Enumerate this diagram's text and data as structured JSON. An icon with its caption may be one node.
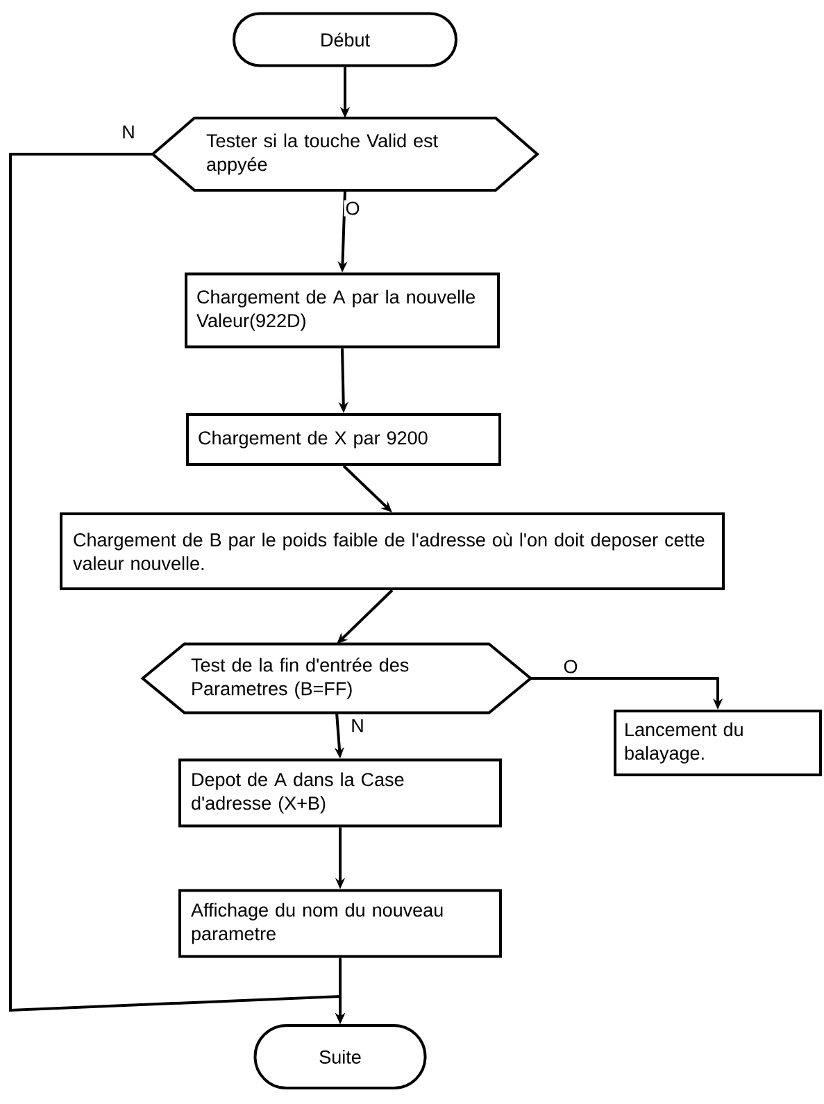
{
  "diagram": {
    "nodes": [
      {
        "text": [
          "Début"
        ]
      },
      {
        "text": [
          "Tester si la touche Valid est appyée"
        ]
      },
      {
        "text": [
          "Chargement de A par la nouvelle Valeur(922D)"
        ]
      },
      {
        "text": [
          "Chargement de X par 9200"
        ]
      },
      {
        "text": [
          "Chargement de B par le poids faible de l'adresse où l'on doit deposer cette valeur nouvelle."
        ]
      },
      {
        "text": [
          "Test de la fin d'entrée des Parametres (B=FF)"
        ]
      },
      {
        "text": [
          "Lancement du balayage."
        ]
      },
      {
        "text": [
          "Depot de A dans la Case d'adresse (X+B)"
        ]
      },
      {
        "text": [
          "Affichage du nom du nouveau parametre"
        ]
      },
      {
        "text": [
          "Suite"
        ]
      }
    ],
    "edges": [
      {
        "from": 0,
        "to": 1,
        "arrow": "to"
      },
      {
        "from": 1,
        "to": 2,
        "arrow": "to",
        "label": "O"
      },
      {
        "from": 1,
        "to": 9,
        "arrow": "to",
        "label": "N"
      },
      {
        "from": 2,
        "to": 3,
        "arrow": "to"
      },
      {
        "from": 3,
        "to": 4,
        "arrow": "to"
      },
      {
        "from": 4,
        "to": 5,
        "arrow": "to"
      },
      {
        "from": 5,
        "to": 6,
        "arrow": "to",
        "label": "O"
      },
      {
        "from": 5,
        "to": 7,
        "arrow": "to",
        "label": "N"
      },
      {
        "from": 7,
        "to": 8,
        "arrow": "to"
      },
      {
        "from": 8,
        "to": 9,
        "arrow": "to"
      }
    ]
  }
}
